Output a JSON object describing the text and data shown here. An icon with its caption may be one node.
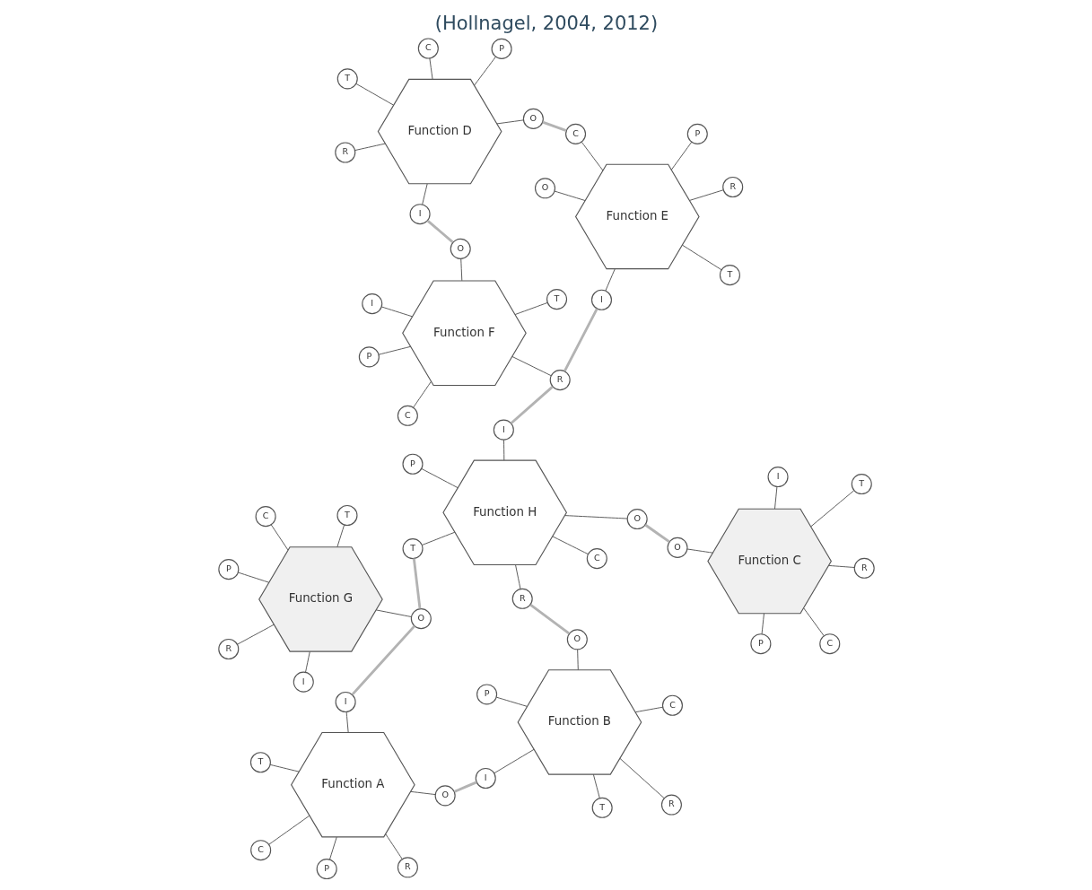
{
  "diagram": {
    "title": "(Hollnagel, 2004, 2012)",
    "nodes": [
      {
        "text": [
          "Function F"
        ]
      },
      {
        "text": [
          "T"
        ]
      },
      {
        "text": [
          "C"
        ]
      },
      {
        "text": [
          "I"
        ]
      },
      {
        "text": [
          "O"
        ]
      },
      {
        "text": [
          "P"
        ]
      },
      {
        "text": [
          "R"
        ]
      },
      {
        "text": [
          "Function A"
        ]
      },
      {
        "text": [
          "T"
        ]
      },
      {
        "text": [
          "C"
        ]
      },
      {
        "text": [
          "I"
        ]
      },
      {
        "text": [
          "O"
        ]
      },
      {
        "text": [
          "P"
        ]
      },
      {
        "text": [
          "R"
        ]
      },
      {
        "text": [
          "Function H"
        ]
      },
      {
        "text": [
          "T"
        ]
      },
      {
        "text": [
          "C"
        ]
      },
      {
        "text": [
          "I"
        ]
      },
      {
        "text": [
          "O"
        ]
      },
      {
        "text": [
          "P"
        ]
      },
      {
        "text": [
          "R"
        ]
      },
      {
        "text": [
          "Function D"
        ]
      },
      {
        "text": [
          "T"
        ]
      },
      {
        "text": [
          "C"
        ]
      },
      {
        "text": [
          "I"
        ]
      },
      {
        "text": [
          "O"
        ]
      },
      {
        "text": [
          "P"
        ]
      },
      {
        "text": [
          "R"
        ]
      },
      {
        "text": [
          "Function B"
        ]
      },
      {
        "text": [
          "T"
        ]
      },
      {
        "text": [
          "C"
        ]
      },
      {
        "text": [
          "I"
        ]
      },
      {
        "text": [
          "O"
        ]
      },
      {
        "text": [
          "P"
        ]
      },
      {
        "text": [
          "R"
        ]
      },
      {
        "text": [
          "Function G"
        ]
      },
      {
        "text": [
          "T"
        ]
      },
      {
        "text": [
          "C"
        ]
      },
      {
        "text": [
          "I"
        ]
      },
      {
        "text": [
          "O"
        ]
      },
      {
        "text": [
          "P"
        ]
      },
      {
        "text": [
          "R"
        ]
      },
      {
        "text": [
          "Function C"
        ]
      },
      {
        "text": [
          "T"
        ]
      },
      {
        "text": [
          "C"
        ]
      },
      {
        "text": [
          "I"
        ]
      },
      {
        "text": [
          "O"
        ]
      },
      {
        "text": [
          "P"
        ]
      },
      {
        "text": [
          "R"
        ]
      },
      {
        "text": [
          "Function E"
        ]
      },
      {
        "text": [
          "T"
        ]
      },
      {
        "text": [
          "C"
        ]
      },
      {
        "text": [
          "I"
        ]
      },
      {
        "text": [
          "O"
        ]
      },
      {
        "text": [
          "P"
        ]
      },
      {
        "text": [
          "R"
        ]
      }
    ],
    "edges": [
      {
        "from": 0,
        "to": 1,
        "arrow": "none"
      },
      {
        "from": 0,
        "to": 2,
        "arrow": "none"
      },
      {
        "from": 0,
        "to": 3,
        "arrow": "none"
      },
      {
        "from": 0,
        "to": 4,
        "arrow": "none"
      },
      {
        "from": 0,
        "to": 5,
        "arrow": "none"
      },
      {
        "from": 0,
        "to": 6,
        "arrow": "none"
      },
      {
        "from": 7,
        "to": 8,
        "arrow": "none"
      },
      {
        "from": 7,
        "to": 9,
        "arrow": "none"
      },
      {
        "from": 7,
        "to": 10,
        "arrow": "none"
      },
      {
        "from": 7,
        "to": 11,
        "arrow": "none"
      },
      {
        "from": 7,
        "to": 12,
        "arrow": "none"
      },
      {
        "from": 7,
        "to": 13,
        "arrow": "none"
      },
      {
        "from": 14,
        "to": 15,
        "arrow": "none"
      },
      {
        "from": 14,
        "to": 16,
        "arrow": "none"
      },
      {
        "from": 14,
        "to": 17,
        "arrow": "none"
      },
      {
        "from": 14,
        "to": 18,
        "arrow": "none"
      },
      {
        "from": 14,
        "to": 19,
        "arrow": "none"
      },
      {
        "from": 14,
        "to": 20,
        "arrow": "none"
      },
      {
        "from": 21,
        "to": 22,
        "arrow": "none"
      },
      {
        "from": 21,
        "to": 23,
        "arrow": "none"
      },
      {
        "from": 21,
        "to": 24,
        "arrow": "none"
      },
      {
        "from": 21,
        "to": 25,
        "arrow": "none"
      },
      {
        "from": 21,
        "to": 26,
        "arrow": "none"
      },
      {
        "from": 21,
        "to": 27,
        "arrow": "none"
      },
      {
        "from": 28,
        "to": 29,
        "arrow": "none"
      },
      {
        "from": 28,
        "to": 30,
        "arrow": "none"
      },
      {
        "from": 28,
        "to": 31,
        "arrow": "none"
      },
      {
        "from": 28,
        "to": 32,
        "arrow": "none"
      },
      {
        "from": 28,
        "to": 33,
        "arrow": "none"
      },
      {
        "from": 28,
        "to": 34,
        "arrow": "none"
      },
      {
        "from": 35,
        "to": 36,
        "arrow": "none"
      },
      {
        "from": 35,
        "to": 37,
        "arrow": "none"
      },
      {
        "from": 35,
        "to": 38,
        "arrow": "none"
      },
      {
        "from": 35,
        "to": 39,
        "arrow": "none"
      },
      {
        "from": 35,
        "to": 40,
        "arrow": "none"
      },
      {
        "from": 35,
        "to": 41,
        "arrow": "none"
      },
      {
        "from": 42,
        "to": 43,
        "arrow": "none"
      },
      {
        "from": 42,
        "to": 44,
        "arrow": "none"
      },
      {
        "from": 42,
        "to": 45,
        "arrow": "none"
      },
      {
        "from": 42,
        "to": 46,
        "arrow": "none"
      },
      {
        "from": 42,
        "to": 47,
        "arrow": "none"
      },
      {
        "from": 42,
        "to": 48,
        "arrow": "none"
      },
      {
        "from": 49,
        "to": 50,
        "arrow": "none"
      },
      {
        "from": 49,
        "to": 51,
        "arrow": "none"
      },
      {
        "from": 49,
        "to": 52,
        "arrow": "none"
      },
      {
        "from": 49,
        "to": 53,
        "arrow": "none"
      },
      {
        "from": 49,
        "to": 54,
        "arrow": "none"
      },
      {
        "from": 49,
        "to": 55,
        "arrow": "none"
      },
      {
        "from": 11,
        "to": 31,
        "arrow": "none",
        "style": "thick",
        "color": "#b3b3b3"
      },
      {
        "from": 39,
        "to": 10,
        "arrow": "none",
        "style": "thick",
        "color": "#b3b3b3"
      },
      {
        "from": 4,
        "to": 24,
        "arrow": "none",
        "style": "thick",
        "color": "#b3b3b3"
      },
      {
        "from": 6,
        "to": 17,
        "arrow": "none",
        "style": "thick",
        "color": "#b3b3b3"
      },
      {
        "from": 6,
        "to": 52,
        "arrow": "none",
        "style": "thick",
        "color": "#b3b3b3"
      },
      {
        "from": 25,
        "to": 51,
        "arrow": "none",
        "style": "thick",
        "color": "#b3b3b3"
      },
      {
        "from": 32,
        "to": 20,
        "arrow": "none",
        "style": "thick",
        "color": "#b3b3b3"
      },
      {
        "from": 46,
        "to": 18,
        "arrow": "none",
        "style": "thick",
        "color": "#b3b3b3"
      },
      {
        "from": 39,
        "to": 15,
        "arrow": "none",
        "style": "thick",
        "color": "#b3b3b3"
      }
    ]
  }
}
